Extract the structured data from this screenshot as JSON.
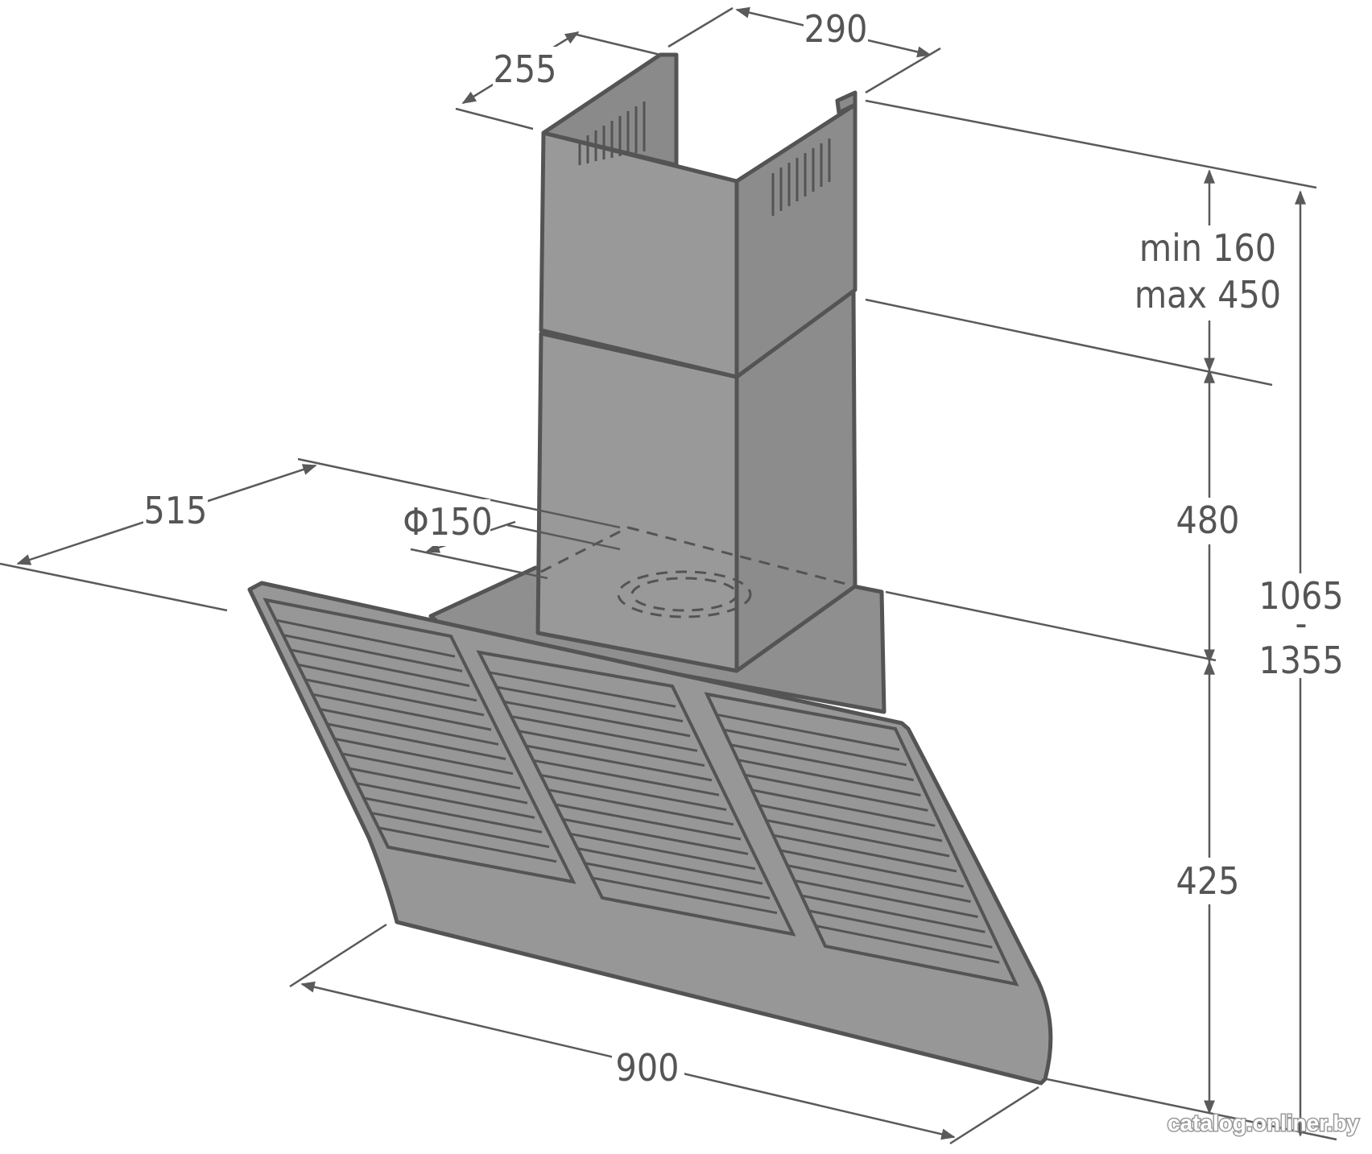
{
  "dimensions": {
    "chimney_depth": "255",
    "chimney_width": "290",
    "upper_adjust_min": "min 160",
    "upper_adjust_max": "max 450",
    "chimney_lower": "480",
    "hood_depth": "515",
    "duct_diameter": "Φ150",
    "hood_height": "425",
    "hood_width": "900",
    "total_height_min": "1065",
    "total_height_sep": "-",
    "total_height_max": "1355"
  },
  "watermark": "catalog.onliner.by",
  "colors": {
    "body_fill": "#959595",
    "outline": "#545454",
    "dim_line": "#5a5a5a",
    "text": "#555555",
    "background": "#ffffff"
  }
}
